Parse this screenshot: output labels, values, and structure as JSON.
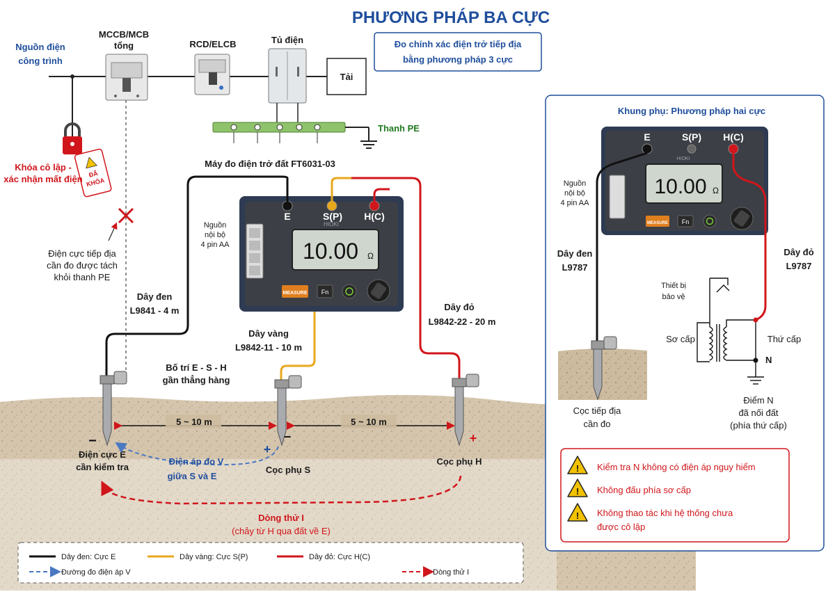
{
  "title": "PHƯƠNG PHÁP BA CỰC",
  "subtitle": {
    "line1": "Đo chính xác điện trở tiếp địa",
    "line2": "bằng phương pháp 3 cực"
  },
  "power": {
    "source_line1": "Nguồn điện",
    "source_line2": "công trình",
    "mccb_line1": "MCCB/MCB",
    "mccb_line2": "tổng",
    "rcd": "RCD/ELCB",
    "panel": "Tủ điện",
    "load": "Tải",
    "pe_bar": "Thanh PE"
  },
  "lockout": {
    "line1": "Khóa cô lập -",
    "line2": "xác nhận mất điện",
    "tag_line1": "ĐÃ",
    "tag_line2": "KHÓA"
  },
  "isolation": {
    "line1": "Điện cực tiếp địa",
    "line2": "cần đo được tách",
    "line3": "khỏi thanh PE"
  },
  "meter": {
    "title": "Máy đo điện trở đất FT6031-03",
    "terminal_e": "E",
    "terminal_s": "S(P)",
    "terminal_h": "H(C)",
    "brand": "HIOKI",
    "reading": "10.00",
    "unit": "Ω",
    "measure_btn": "MEASURE",
    "fn_btn": "Fn",
    "battery_line1": "Nguồn",
    "battery_line2": "nội bộ",
    "battery_line3": "4 pin AA"
  },
  "wires": {
    "black_line1": "Dây đen",
    "black_line2": "L9841 - 4 m",
    "yellow_line1": "Dây vàng",
    "yellow_line2": "L9842-11 - 10 m",
    "red_line1": "Dây đỏ",
    "red_line2": "L9842-22 - 20 m"
  },
  "layout_note": {
    "line1": "Bố trí E - S - H",
    "line2": "gần thẳng hàng"
  },
  "distances": {
    "es": "5 ~ 10 m",
    "sh": "5 ~ 10 m"
  },
  "electrodes": {
    "e_line1": "Điện cực E",
    "e_line2": "cần kiểm tra",
    "s": "Cọc phụ S",
    "h": "Cọc phụ H",
    "minus": "−",
    "plus": "+"
  },
  "voltage_path": {
    "line1": "Điện áp đo V",
    "line2": "giữa S và E"
  },
  "current_path": {
    "line1": "Dòng thử I",
    "line2": "(chảy từ H qua đất về E)"
  },
  "legend": {
    "black": "Dây đen: Cực E",
    "yellow": "Dây vàng: Cực S(P)",
    "red": "Dây đỏ: Cực H(C)",
    "voltage": "Đường đo điện áp V",
    "current": "Dòng thử I"
  },
  "inset": {
    "title": "Khung phụ: Phương pháp hai cực",
    "terminal_e": "E",
    "terminal_s": "S(P)",
    "terminal_h": "H(C)",
    "brand": "HIOKI",
    "reading": "10.00",
    "unit": "Ω",
    "measure_btn": "MEASURE",
    "fn_btn": "Fn",
    "battery_line1": "Nguồn",
    "battery_line2": "nội bộ",
    "battery_line3": "4 pin AA",
    "black_line1": "Dây đen",
    "black_line2": "L9787",
    "red_line1": "Dây đỏ",
    "red_line2": "L9787",
    "protect_line1": "Thiết bị",
    "protect_line2": "bảo vệ",
    "primary": "Sơ cấp",
    "secondary": "Thứ cấp",
    "n_label": "N",
    "electrode_line1": "Cọc tiếp địa",
    "electrode_line2": "cần đo",
    "point_line1": "Điểm N",
    "point_line2": "đã nối đất",
    "point_line3": "(phía thứ cấp)"
  },
  "warnings": [
    "Kiểm tra N không có điện áp nguy hiểm",
    "Không đấu phía sơ cấp",
    "Không thao tác khi hệ thống chưa",
    "được cô lập"
  ],
  "colors": {
    "title_blue": "#1f4e9c",
    "wire_black": "#111111",
    "wire_yellow": "#e8a81c",
    "wire_red": "#d0161b",
    "voltage_blue": "#4a78c2",
    "current_red": "#d0161b",
    "pe_green": "#8fc36b",
    "soil": "#c9b79c"
  }
}
